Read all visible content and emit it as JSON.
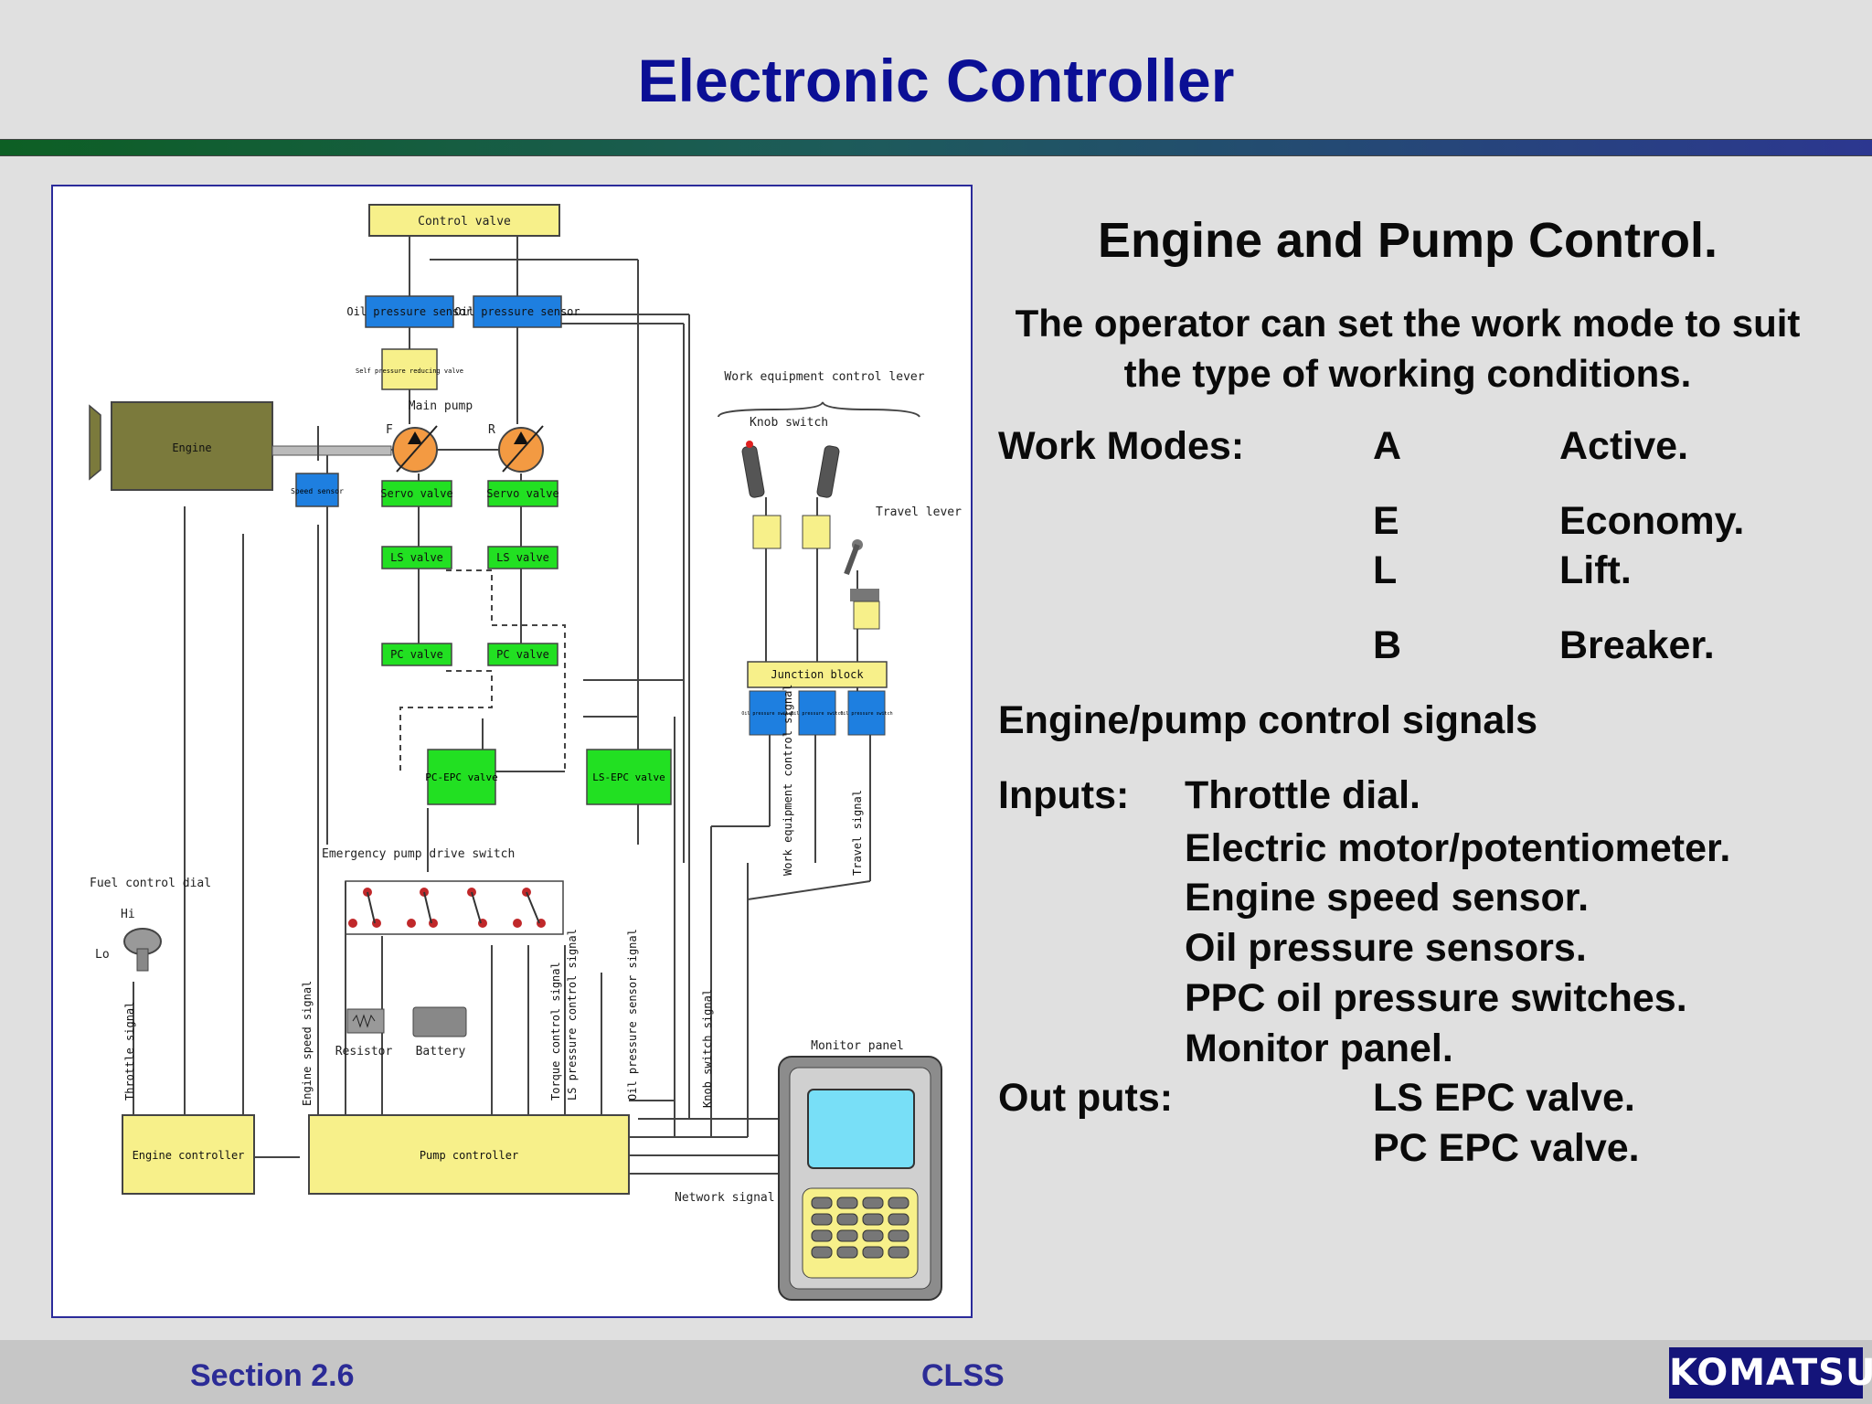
{
  "slide": {
    "title": "Electronic Controller"
  },
  "heading": "Engine and Pump Control.",
  "intro": "The operator can set the work mode to suit the type of working conditions.",
  "work_modes": {
    "label": "Work Modes:",
    "modes": [
      {
        "code": "A",
        "name": "Active."
      },
      {
        "code": "E",
        "name": "Economy."
      },
      {
        "code": "L",
        "name": "Lift."
      },
      {
        "code": "B",
        "name": "Breaker."
      }
    ]
  },
  "signals_heading": "Engine/pump control signals",
  "inputs": {
    "label": "Inputs:",
    "items": [
      "Throttle dial.",
      "Electric motor/potentiometer.",
      "Engine speed sensor.",
      "Oil pressure sensors.",
      "PPC oil pressure switches.",
      "Monitor panel."
    ]
  },
  "outputs": {
    "label": "Out puts:",
    "items": [
      "LS EPC valve.",
      "PC EPC valve."
    ]
  },
  "diagram": {
    "control_valve": "Control valve",
    "oil_pressure_sensor": "Oil pressure sensor",
    "self_pressure_valve": "Self pressure reducing valve",
    "main_pump": "Main pump",
    "pump_f": "F",
    "pump_r": "R",
    "engine": "Engine",
    "speed_sensor": "Speed sensor",
    "servo_valve": "Servo valve",
    "ls_valve": "LS valve",
    "pc_valve": "PC valve",
    "pc_epc_valve": "PC-EPC valve",
    "ls_epc_valve": "LS-EPC valve",
    "work_equipment_lever": "Work equipment control lever",
    "knob_switch": "Knob switch",
    "travel_lever": "Travel lever",
    "junction_block": "Junction block",
    "oil_pressure_switch": "Oil pressure switch",
    "emergency_switch": "Emergency pump drive switch",
    "fuel_dial": "Fuel control dial",
    "hi": "Hi",
    "lo": "Lo",
    "throttle_signal": "Throttle signal",
    "engine_speed_signal": "Engine speed signal",
    "torque_signal": "Torque control signal",
    "ls_pressure_signal": "LS pressure control signal",
    "oil_pressure_signal": "Oil pressure sensor signal",
    "knob_signal": "Knob switch signal",
    "work_signal": "Work equipment control signal",
    "travel_signal": "Travel signal",
    "resistor": "Resistor",
    "battery": "Battery",
    "monitor_panel": "Monitor panel",
    "engine_controller": "Engine controller",
    "pump_controller": "Pump controller",
    "network_signal": "Network signal"
  },
  "footer": {
    "section": "Section 2.6",
    "center": "CLSS",
    "logo": "KOMATSU"
  },
  "colors": {
    "title": "#0b0f95",
    "footer_text": "#2b2b96",
    "sensor_blue": "#1e7fe0",
    "valve_green": "#22e022",
    "box_yellow": "#f7f08a"
  }
}
